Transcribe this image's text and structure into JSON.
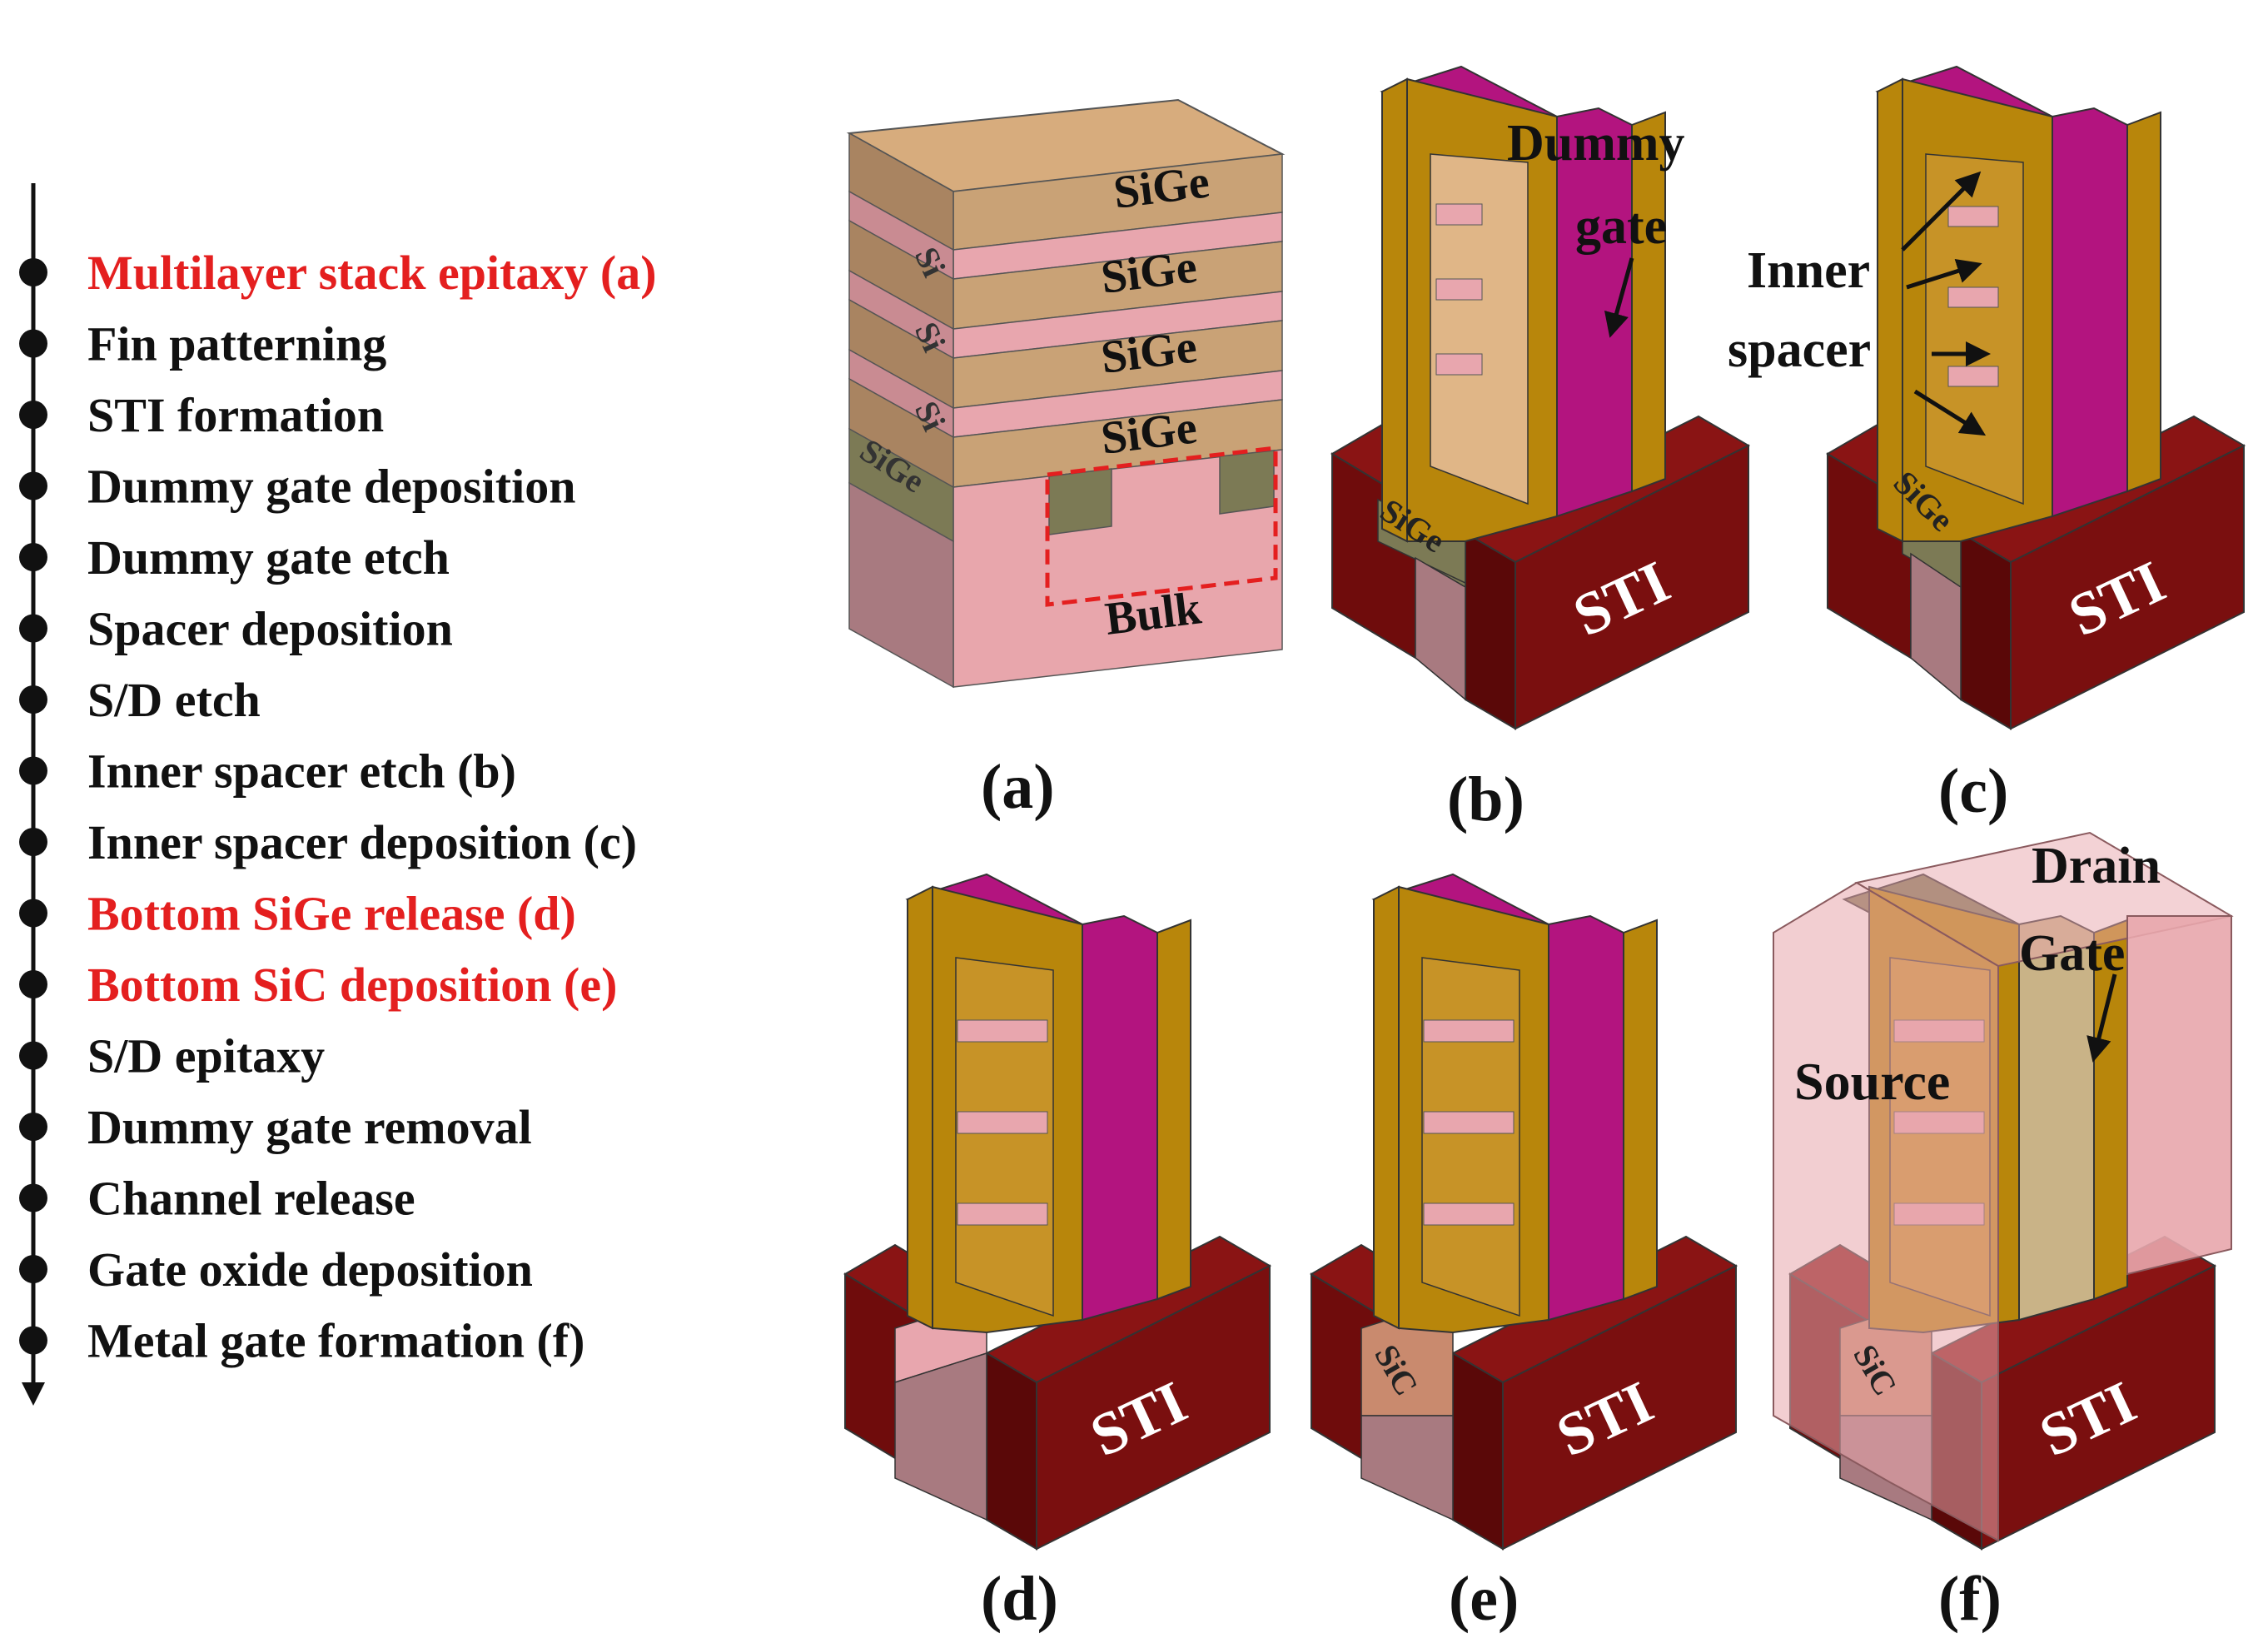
{
  "flow": {
    "steps": [
      {
        "label": "Multilayer stack epitaxy (a)",
        "highlight": true
      },
      {
        "label": "Fin patterning",
        "highlight": false
      },
      {
        "label": "STI formation",
        "highlight": false
      },
      {
        "label": "Dummy gate deposition",
        "highlight": false
      },
      {
        "label": "Dummy gate etch",
        "highlight": false
      },
      {
        "label": "Spacer deposition",
        "highlight": false
      },
      {
        "label": "S/D etch",
        "highlight": false
      },
      {
        "label": "Inner spacer etch (b)",
        "highlight": false
      },
      {
        "label": "Inner spacer deposition (c)",
        "highlight": false
      },
      {
        "label": "Bottom SiGe release (d)",
        "highlight": true
      },
      {
        "label": "Bottom SiC deposition (e)",
        "highlight": true
      },
      {
        "label": "S/D epitaxy",
        "highlight": false
      },
      {
        "label": "Dummy gate removal",
        "highlight": false
      },
      {
        "label": "Channel release",
        "highlight": false
      },
      {
        "label": "Gate oxide deposition",
        "highlight": false
      },
      {
        "label": "Metal gate formation (f)",
        "highlight": false
      }
    ],
    "highlight_color": "#e41f1f",
    "text_color": "#111111"
  },
  "panels": {
    "a": {
      "caption": "(a)",
      "sige_1": "SiGe",
      "sige_2": "SiGe",
      "sige_3": "SiGe",
      "sige_4": "SiGe",
      "si_1": "Si",
      "si_2": "Si",
      "si_3": "Si",
      "sige_bottom": "SiGe",
      "bulk": "Bulk"
    },
    "b": {
      "caption": "(b)",
      "sige": "SiGe",
      "sti": "STI",
      "dummy_1": "Dummy",
      "dummy_2": "gate"
    },
    "c": {
      "caption": "(c)",
      "sige": "SiGe",
      "sti": "STI",
      "inner_1": "Inner",
      "inner_2": "spacer"
    },
    "d": {
      "caption": "(d)",
      "sti": "STI"
    },
    "e": {
      "caption": "(e)",
      "sic": "SiC",
      "sti": "STI"
    },
    "f": {
      "caption": "(f)",
      "sic": "SiC",
      "sti": "STI",
      "source": "Source",
      "drain": "Drain",
      "gate": "Gate"
    }
  },
  "colors": {
    "sige": "#c9a276",
    "si": "#e8a6ae",
    "sige_bottom": "#7c7a55",
    "bulk": "#e8a6ac",
    "spacer": "#b8860b",
    "dummy_gate": "#b3147f",
    "sti": "#7a0f0f",
    "sic": "#c98a6e"
  }
}
